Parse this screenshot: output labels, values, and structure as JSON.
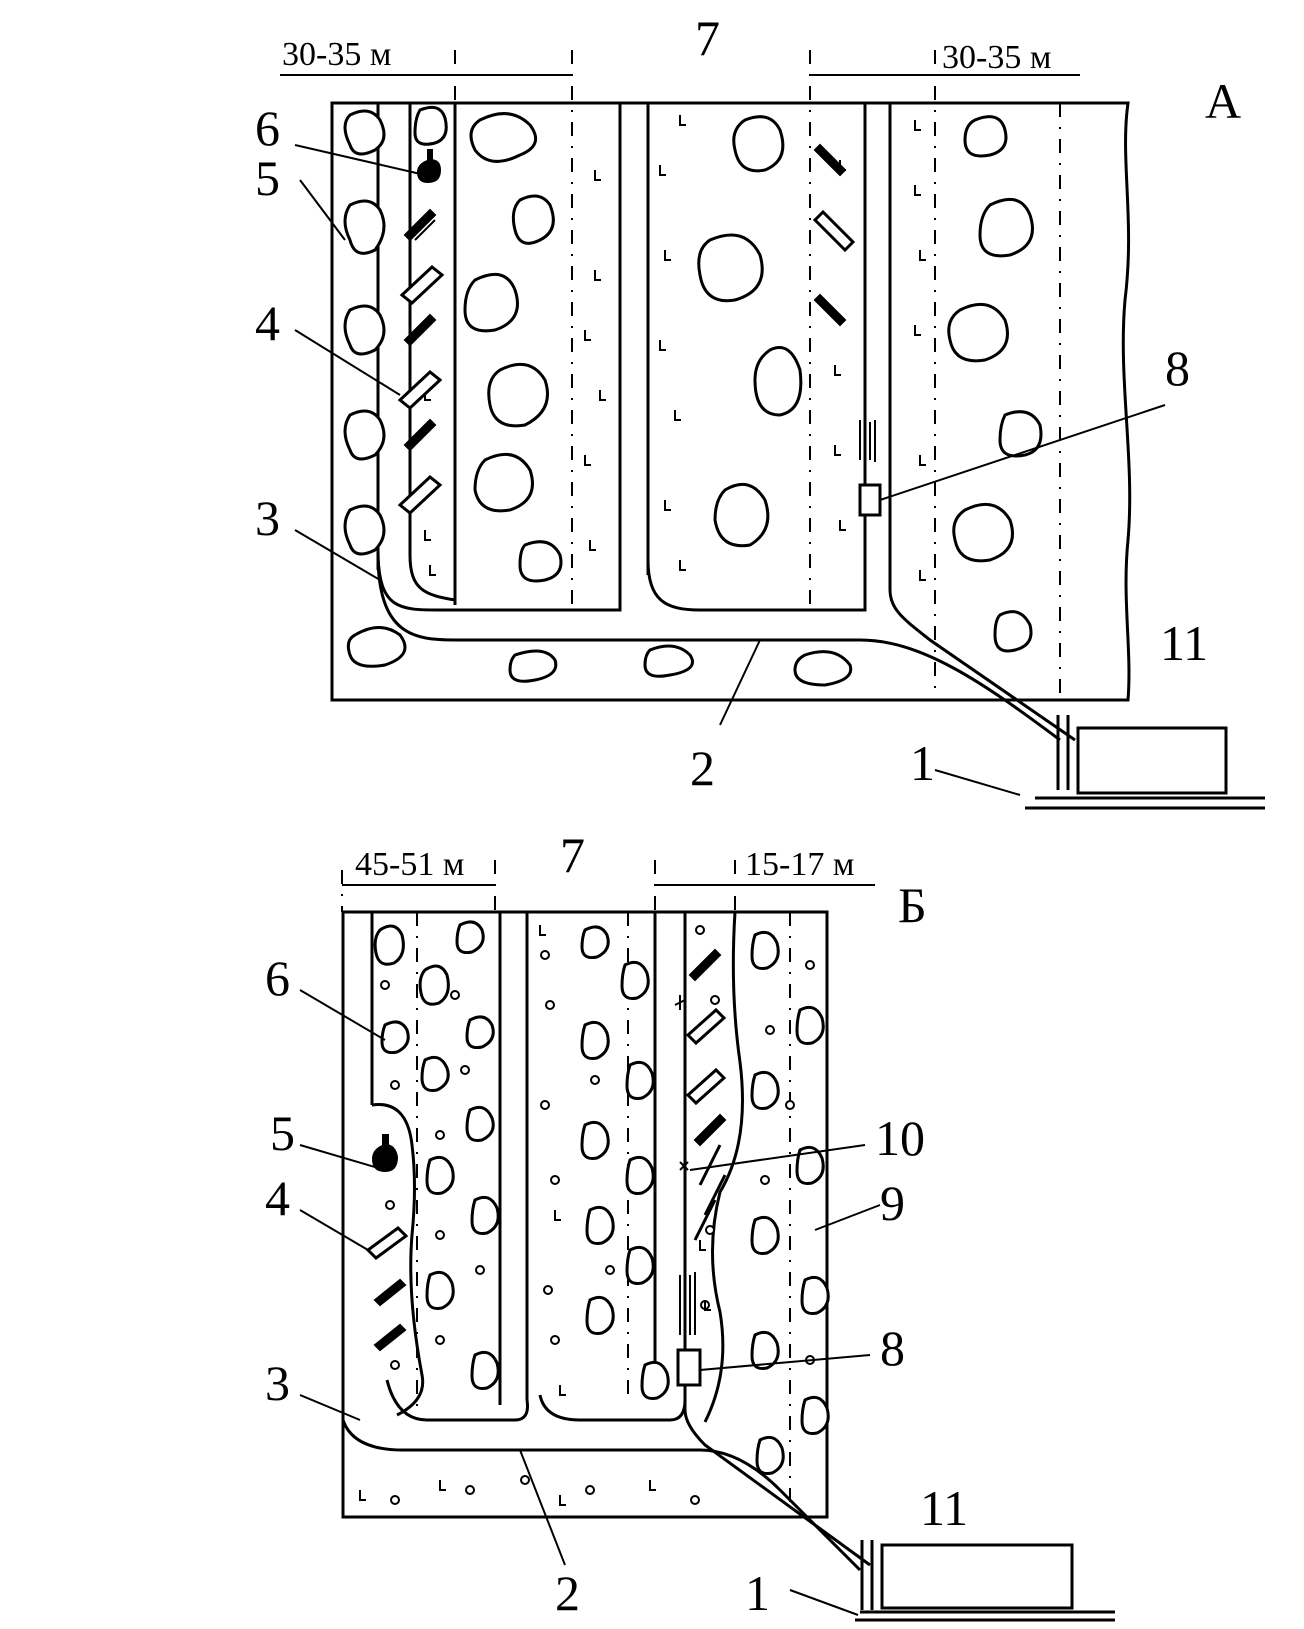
{
  "panel_a": {
    "letter": "А",
    "dim_left": "30-35 м",
    "dim_right": "30-35 м",
    "labels": [
      "1",
      "2",
      "3",
      "4",
      "5",
      "6",
      "7",
      "8",
      "11"
    ]
  },
  "panel_b": {
    "letter": "Б",
    "dim_left": "45-51 м",
    "dim_right": "15-17 м",
    "labels": [
      "1",
      "2",
      "3",
      "4",
      "5",
      "6",
      "7",
      "8",
      "9",
      "10",
      "11"
    ]
  }
}
